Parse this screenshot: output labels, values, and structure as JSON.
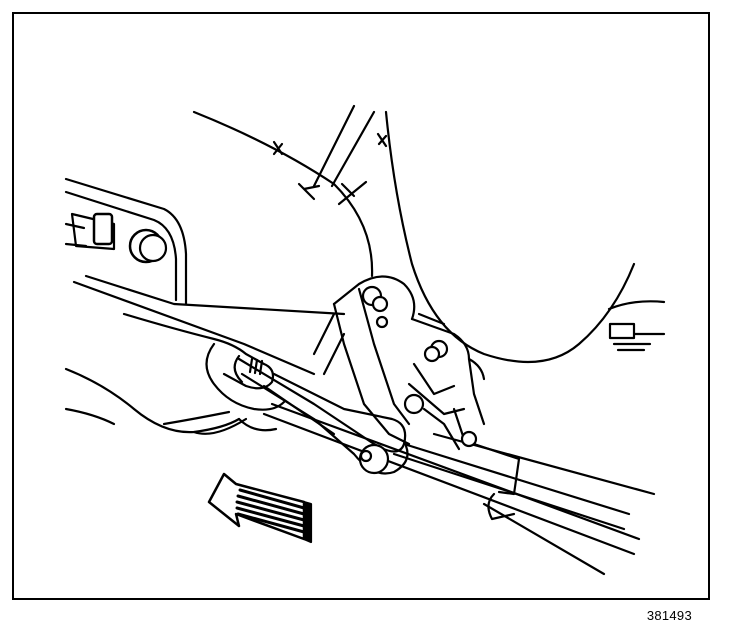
{
  "figure": {
    "number": "381493",
    "colors": {
      "line": "#000000",
      "background": "#ffffff"
    }
  },
  "illustration": {
    "subject": "hand-lever-release-icon",
    "parts": [
      "seat-cushion",
      "seatback-trim",
      "seat-adjuster-track",
      "recliner-lever",
      "hand",
      "direction-arrow-icon"
    ]
  }
}
